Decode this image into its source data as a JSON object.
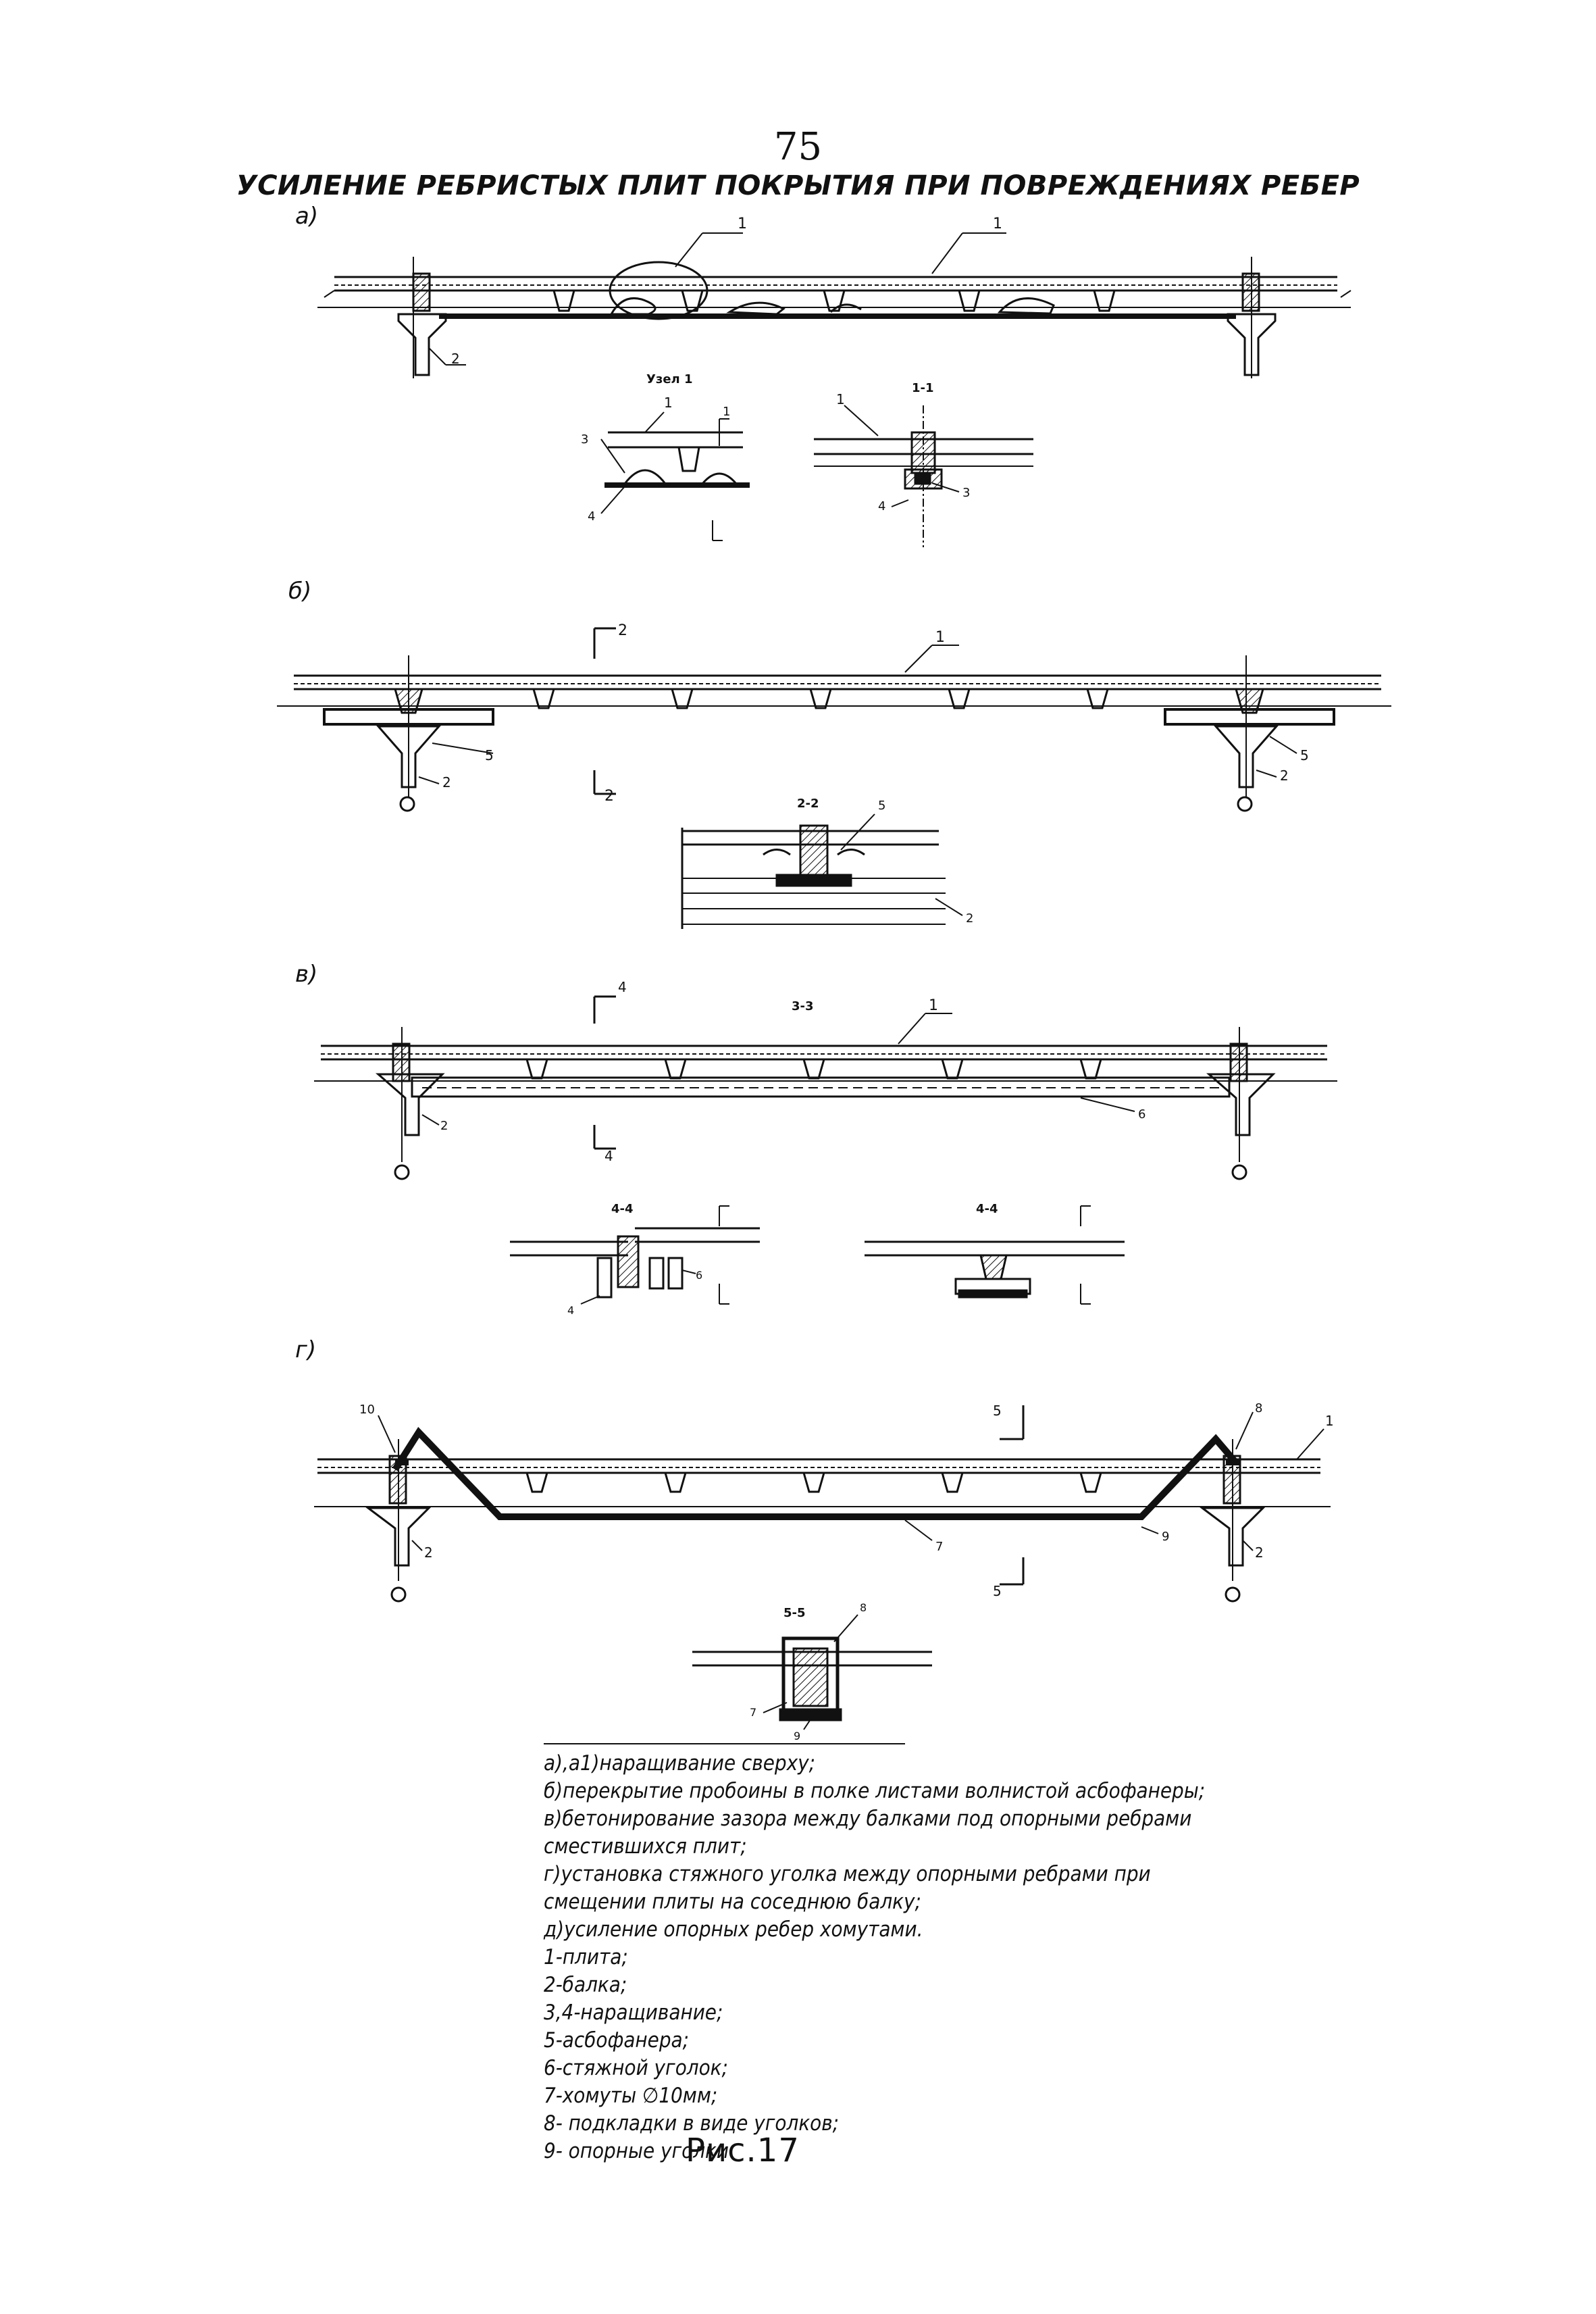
{
  "page": {
    "number": "75",
    "title": "УСИЛЕНИЕ РЕБРИСТЫХ ПЛИТ ПОКРЫТИЯ ПРИ ПОВРЕЖДЕНИЯХ РЕБЕР",
    "figure_caption": "Рис.17"
  },
  "panels": {
    "a": "а)",
    "b": "б)",
    "v": "в)",
    "g": "г)"
  },
  "labels": {
    "node1": "Узел 1",
    "sec11": "1-1",
    "sec22": "2-2",
    "sec33": "3-3",
    "sec44a": "4-4",
    "sec44b": "4-4",
    "sec55": "5-5",
    "n1": "1",
    "n2": "2",
    "n3": "3",
    "n4": "4",
    "n5": "5",
    "n6": "6",
    "n7": "7",
    "n8": "8",
    "n9": "9",
    "n10": "10"
  },
  "legend": [
    "а),а1)наращивание сверху;",
    "б)перекрытие пробоины в полке листами волнистой асбофанеры;",
    "в)бетонирование зазора между балками под опорными ребрами",
    "сместившихся плит;",
    "г)установка стяжного уголка между опорными ребрами при",
    "смещении плиты на соседнюю балку;",
    "д)усиление опорных ребер хомутами.",
    "1-плита;",
    "2-балка;",
    "3,4-наращивание;",
    "5-асбофанера;",
    "6-стяжной уголок;",
    "7-хомуты ∅10мм;",
    "8- подкладки в виде уголков;",
    "9- опорные уголки"
  ]
}
